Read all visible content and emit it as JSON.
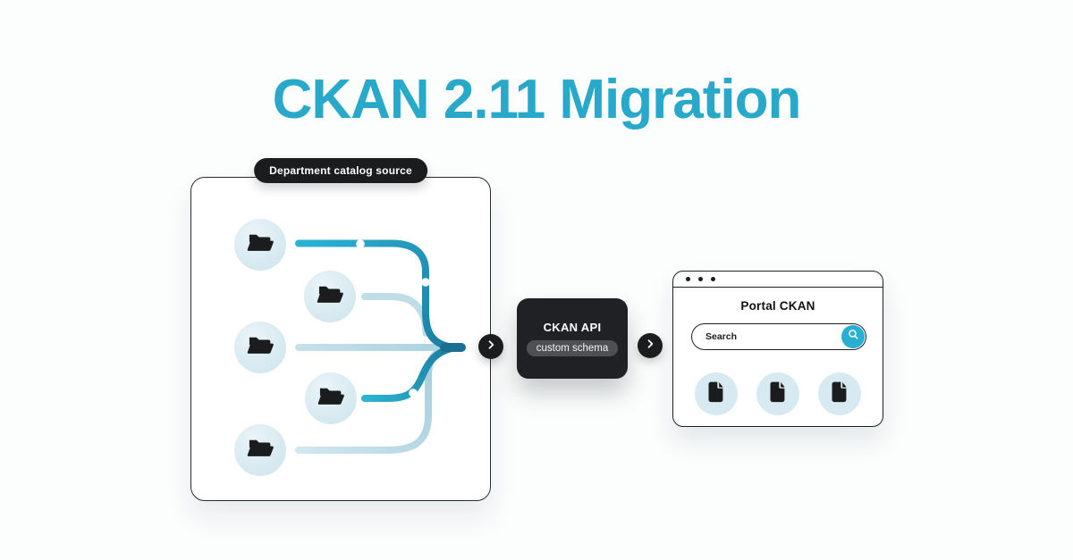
{
  "page": {
    "title": "CKAN 2.11 Migration",
    "accent_color": "#28A9CA",
    "background_color": "#FCFDFD"
  },
  "source_panel": {
    "label": "Department catalog source",
    "folder_count": 5,
    "icon": "open-folder-icon",
    "flow_colors": {
      "bright_teal": "#2BB4D2",
      "dark_teal": "#1C7CA1",
      "light_blue": "#BFDDE8",
      "merge_stub": "#196E92"
    }
  },
  "api_node": {
    "title": "CKAN API",
    "badge": "custom schema",
    "background": "#202124"
  },
  "arrows": {
    "icon": "chevron-right-icon",
    "count": 2
  },
  "portal_window": {
    "title": "Portal CKAN",
    "search": {
      "placeholder": "Search",
      "button_icon": "magnifier-icon",
      "button_color": "#27B0D1"
    },
    "document_count": 3,
    "document_icon": "document-icon"
  }
}
